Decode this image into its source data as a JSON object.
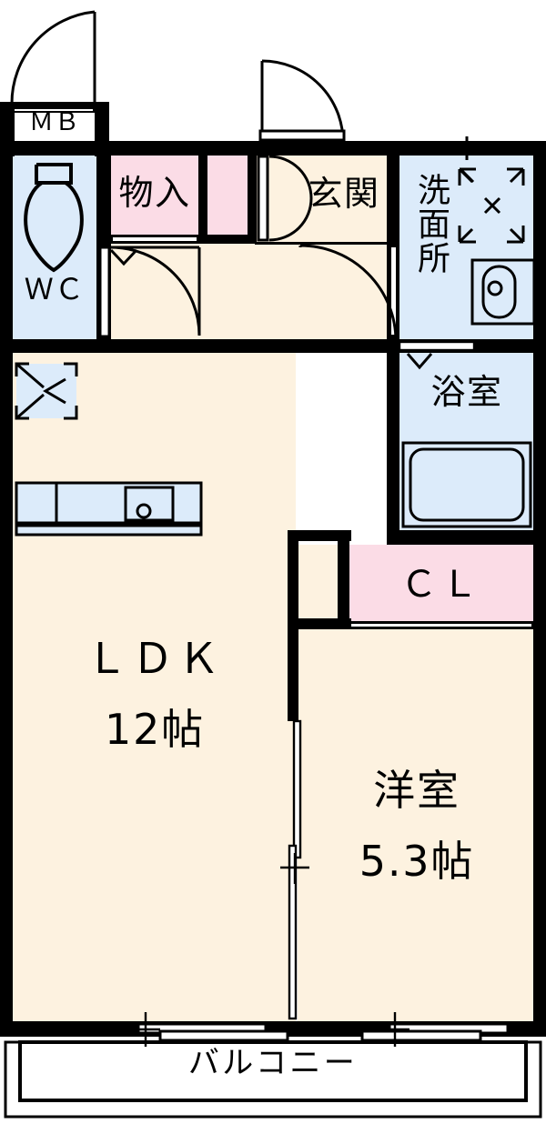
{
  "plan": {
    "type": "japanese-apartment-floor-plan",
    "layout_code": "1LDK",
    "colors": {
      "wall": "#000000",
      "floor_cream": "#FDF2E0",
      "water_area_blue": "#DCEBFA",
      "closet_pink": "#FBDCE6",
      "background_white": "#FFFFFF"
    },
    "rooms": [
      {
        "id": "mb",
        "label": "ＭＢ",
        "kind": "meter-box",
        "fill": "white"
      },
      {
        "id": "wc",
        "label": "ＷＣ",
        "kind": "toilet",
        "fill": "blue"
      },
      {
        "id": "monoire",
        "label": "物入",
        "kind": "storage",
        "fill": "pink"
      },
      {
        "id": "closet2",
        "label": "",
        "kind": "storage",
        "fill": "pink"
      },
      {
        "id": "genkan",
        "label": "玄関",
        "kind": "entrance",
        "fill": "cream"
      },
      {
        "id": "senmen",
        "label": "洗面所",
        "kind": "washroom",
        "fill": "blue"
      },
      {
        "id": "yokushitsu",
        "label": "浴室",
        "kind": "bathroom",
        "fill": "blue"
      },
      {
        "id": "cl",
        "label": "ＣＬ",
        "kind": "closet",
        "fill": "pink"
      },
      {
        "id": "ldk",
        "label": "ＬＤＫ",
        "size": "12帖",
        "kind": "living-dining-kitchen",
        "fill": "cream"
      },
      {
        "id": "yoshitsu",
        "label": "洋室",
        "size": "5.3帖",
        "kind": "western-room",
        "fill": "cream"
      },
      {
        "id": "balcony",
        "label": "バルコニー",
        "kind": "balcony",
        "fill": "white"
      }
    ],
    "labels": {
      "mb": "ＭＢ",
      "wc": "ＷＣ",
      "monoire": "物入",
      "genkan": "玄関",
      "senmen": "洗面所",
      "yokushitsu": "浴室",
      "cl": "ＣＬ",
      "ldk_name": "ＬＤＫ",
      "ldk_size": "12帖",
      "yoshitsu_name": "洋室",
      "yoshitsu_size": "5.3帖",
      "balcony": "バルコニー"
    },
    "fixtures": [
      {
        "id": "toilet-bowl",
        "name": "toilet-fixture",
        "room": "wc"
      },
      {
        "id": "washer-space",
        "name": "washing-machine-space",
        "room": "senmen"
      },
      {
        "id": "vanity-basin",
        "name": "wash-basin-fixture",
        "room": "senmen"
      },
      {
        "id": "bathtub",
        "name": "bathtub-fixture",
        "room": "yokushitsu"
      },
      {
        "id": "kitchen-counter",
        "name": "kitchen-counter-sink",
        "room": "ldk"
      },
      {
        "id": "shoe-box",
        "name": "shoe-cabinet",
        "room": "genkan"
      },
      {
        "id": "aircon-outlet",
        "name": "air-conditioner-mark",
        "room": "ldk"
      }
    ],
    "openings": [
      {
        "id": "front-door",
        "name": "entrance-door",
        "type": "hinged"
      },
      {
        "id": "mb-door",
        "name": "meter-box-door",
        "type": "hinged"
      },
      {
        "id": "wc-door",
        "name": "toilet-door",
        "type": "hinged"
      },
      {
        "id": "ldk-door",
        "name": "ldk-door",
        "type": "hinged"
      },
      {
        "id": "senmen-door",
        "name": "washroom-door",
        "type": "sliding"
      },
      {
        "id": "bath-door",
        "name": "bathroom-door",
        "type": "folding"
      },
      {
        "id": "monoire-door",
        "name": "storage-door",
        "type": "sliding"
      },
      {
        "id": "cl-door",
        "name": "closet-door",
        "type": "folding"
      },
      {
        "id": "ldk-bedroom-door",
        "name": "room-partition-door",
        "type": "sliding"
      },
      {
        "id": "balcony-window-l",
        "name": "ldk-balcony-window",
        "type": "sliding-glass"
      },
      {
        "id": "balcony-window-r",
        "name": "bedroom-balcony-window",
        "type": "sliding-glass"
      }
    ]
  }
}
